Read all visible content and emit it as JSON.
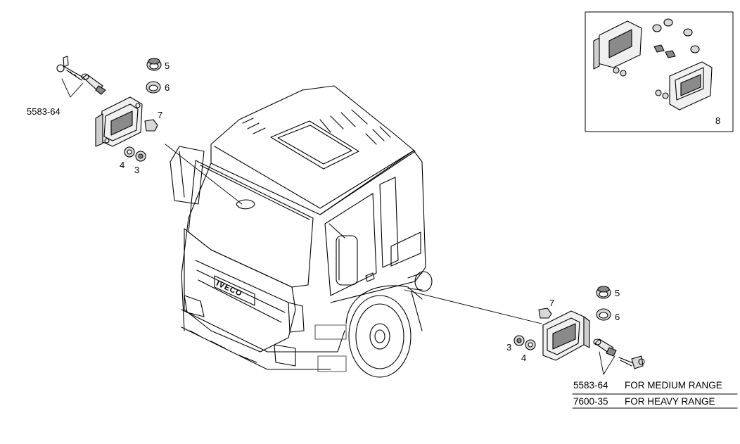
{
  "callouts": {
    "top_left": {
      "kit": "5583-64",
      "p5": "5",
      "p6": "6",
      "p7": "7",
      "p4": "4",
      "p3": "3"
    },
    "bottom_right": {
      "p7": "7",
      "p5": "5",
      "p6": "6",
      "p3": "3",
      "p4": "4"
    },
    "inset": {
      "p8": "8"
    }
  },
  "notes": {
    "line1_code": "5583-64",
    "line1_text": "FOR MEDIUM RANGE",
    "line2_code": "7600-35",
    "line2_text": "FOR HEAVY RANGE"
  },
  "truck_badge": "IVECO",
  "colors": {
    "ink": "#000000",
    "shade": "#8a8a8a",
    "light_shade": "#d8d8d8",
    "paper": "#ffffff"
  }
}
